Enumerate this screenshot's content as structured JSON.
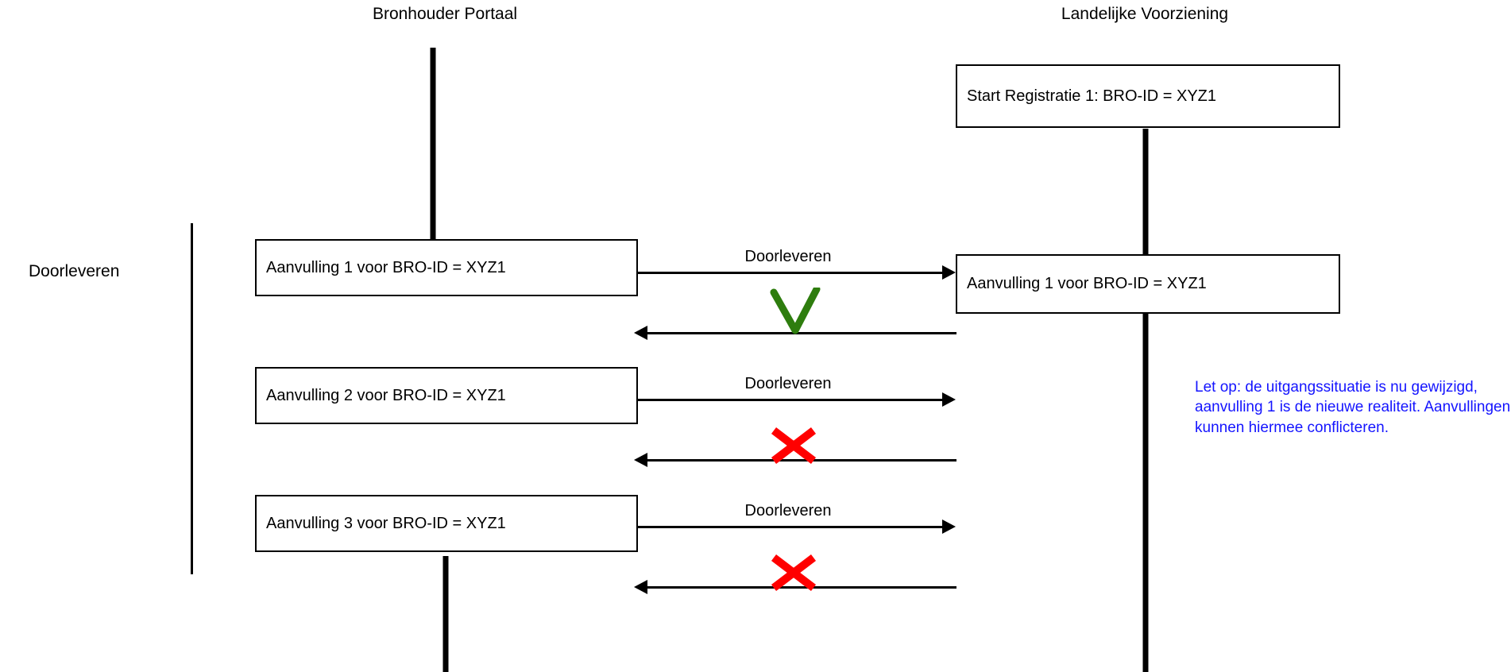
{
  "diagram": {
    "title_left": "Bronhouder Portaal",
    "title_right": "Landelijke Voorziening",
    "group_label": "Doorleveren",
    "colors": {
      "stroke": "#000000",
      "success": "#2E7D0E",
      "failure": "#FF0000",
      "note": "#1414FF",
      "background": "#FFFFFF"
    }
  },
  "participants": [
    {
      "name": "bronhouder-portaal",
      "label": "Bronhouder Portaal"
    },
    {
      "name": "landelijke-voorziening",
      "label": "Landelijke Voorziening"
    }
  ],
  "boxes": {
    "start_registratie": "Start Registratie 1: BRO-ID = XYZ1",
    "lv_aanvulling_1": "Aanvulling 1 voor BRO-ID = XYZ1",
    "bp_aanvulling_1": "Aanvulling 1 voor BRO-ID = XYZ1",
    "bp_aanvulling_2": "Aanvulling 2 voor BRO-ID = XYZ1",
    "bp_aanvulling_3": "Aanvulling 3 voor BRO-ID = XYZ1"
  },
  "messages": [
    {
      "name": "doorleveren-1",
      "label": "Doorleveren",
      "direction": "right",
      "result": "success",
      "result_symbol": "check"
    },
    {
      "name": "doorleveren-2",
      "label": "Doorleveren",
      "direction": "right",
      "result": "failure",
      "result_symbol": "cross"
    },
    {
      "name": "doorleveren-3",
      "label": "Doorleveren",
      "direction": "right",
      "result": "failure",
      "result_symbol": "cross"
    }
  ],
  "note": {
    "text": "Let op: de uitgangssituatie is nu gewijzigd, aanvulling 1 is de nieuwe realiteit. Aanvullingen kunnen hiermee conflicteren.",
    "color": "#1414FF"
  }
}
